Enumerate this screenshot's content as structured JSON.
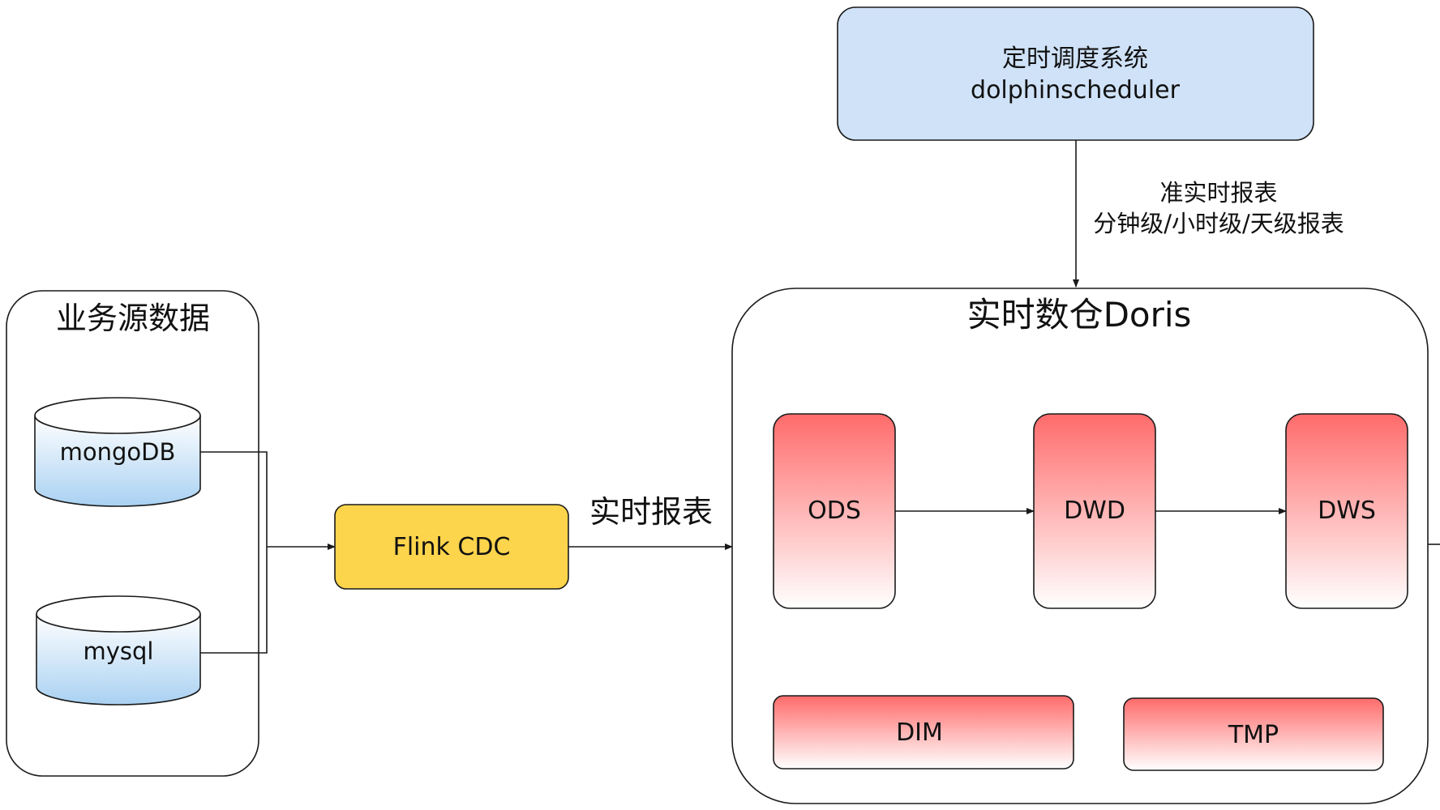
{
  "scheduler": {
    "title_cn": "定时调度系统",
    "title_en": "dolphinscheduler"
  },
  "scheduler_link": {
    "line1": "准实时报表",
    "line2": "分钟级/小时级/天级报表"
  },
  "source_group": {
    "title": "业务源数据",
    "databases": [
      "mongoDB",
      "mysql"
    ]
  },
  "flink_cdc": {
    "label": "Flink CDC"
  },
  "realtime_link": {
    "label": "实时报表"
  },
  "warehouse": {
    "title": "实时数仓Doris",
    "layers": [
      "ODS",
      "DWD",
      "DWS"
    ],
    "aux_layers": [
      "DIM",
      "TMP"
    ]
  },
  "colors": {
    "scheduler_fill": "#cfe2f8",
    "db_fill_top": "#ffffff",
    "db_fill_bottom": "#a9d1f2",
    "flink_fill": "#fdd54c",
    "layer_fill_top": "#ff6b6b",
    "layer_fill_bottom": "#ffffff",
    "stroke": "#1a1a1a"
  }
}
